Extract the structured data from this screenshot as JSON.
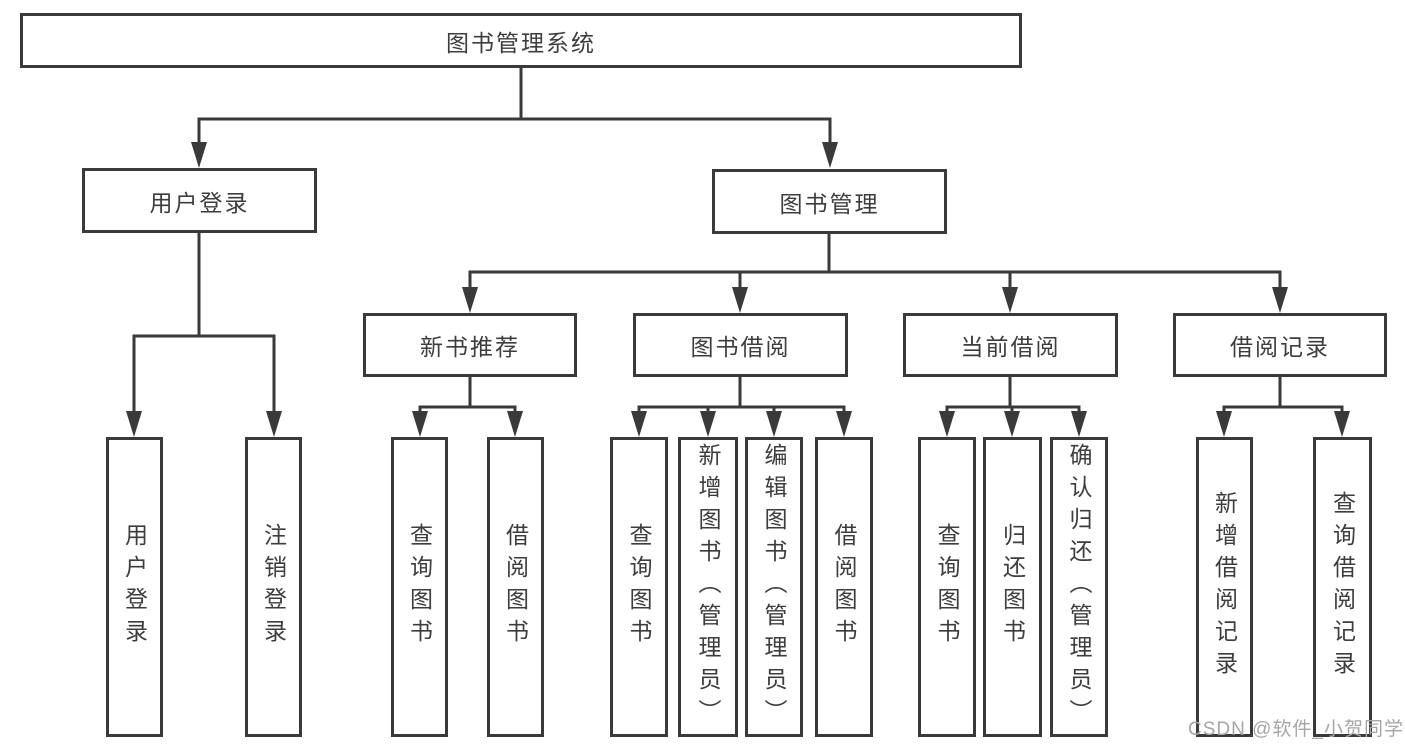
{
  "diagram": {
    "root": {
      "label": "图书管理系统"
    },
    "branches": [
      {
        "label": "用户登录",
        "leaves": [
          "用户登录",
          "注销登录"
        ]
      },
      {
        "label": "图书管理",
        "sections": [
          {
            "label": "新书推荐",
            "leaves": [
              "查询图书",
              "借阅图书"
            ]
          },
          {
            "label": "图书借阅",
            "leaves": [
              "查询图书",
              "新增图书（管理员）",
              "编辑图书（管理员）",
              "借阅图书"
            ]
          },
          {
            "label": "当前借阅",
            "leaves": [
              "查询图书",
              "归还图书",
              "确认归还（管理员）"
            ]
          },
          {
            "label": "借阅记录",
            "leaves": [
              "新增借阅记录",
              "查询借阅记录"
            ]
          }
        ]
      }
    ]
  },
  "watermark": "CSDN @软件_小贺同学",
  "colors": {
    "line": "#3a3a3a",
    "text": "#3d3d3d",
    "watermark": "#a6a6a6",
    "background": "#ffffff"
  }
}
